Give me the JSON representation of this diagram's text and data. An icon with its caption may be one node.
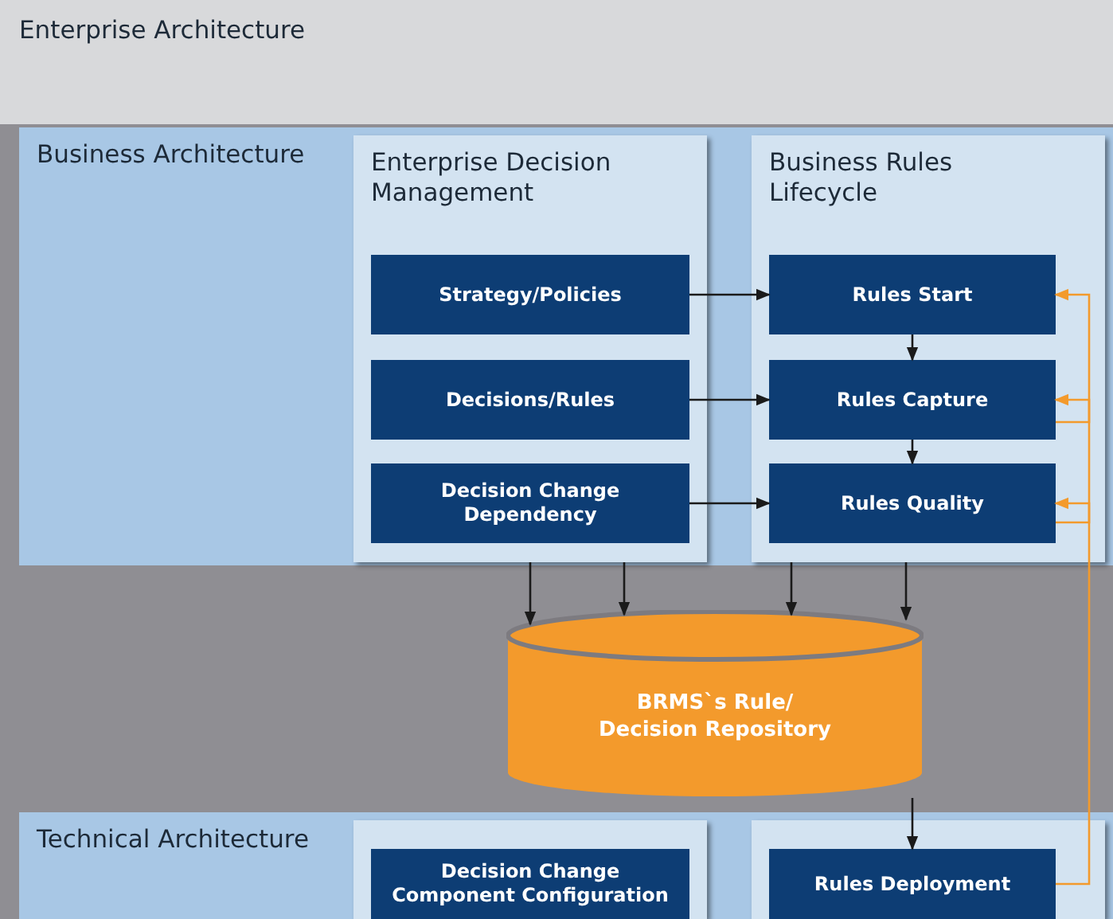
{
  "diagram": {
    "nodes": [
      {
        "text": [
          "Enterprise Architecture"
        ]
      },
      {
        "text": [
          "Business Architecture"
        ],
        "in": 0
      },
      {
        "text": [
          "Enterprise Decision Management"
        ],
        "in": 1
      },
      {
        "text": [
          "Strategy/Policies"
        ],
        "in": 2
      },
      {
        "text": [
          "Decisions/Rules"
        ],
        "in": 2
      },
      {
        "text": [
          "Decision Change Dependency"
        ],
        "in": 2
      },
      {
        "text": [
          "Business Rules Lifecycle"
        ],
        "in": 1
      },
      {
        "text": [
          "Rules Start"
        ],
        "in": 6
      },
      {
        "text": [
          "Rules Capture"
        ],
        "in": 6
      },
      {
        "text": [
          "Rules Quality"
        ],
        "in": 6
      },
      {
        "text": [
          "BRMS`s Rule/ Decision Repository"
        ],
        "in": 0
      },
      {
        "text": [
          "Technical Architecture"
        ],
        "in": 0
      },
      {
        "text": [
          "Decision Change Component Configuration"
        ],
        "in": 11
      },
      {
        "text": [
          "Rules Deployment"
        ],
        "in": 11
      }
    ],
    "edges": [
      {
        "from": 3,
        "to": 7,
        "arrow": "to"
      },
      {
        "from": 4,
        "to": 8,
        "arrow": "to"
      },
      {
        "from": 5,
        "to": 9,
        "arrow": "to"
      },
      {
        "from": 7,
        "to": 8,
        "arrow": "to"
      },
      {
        "from": 8,
        "to": 9,
        "arrow": "to"
      },
      {
        "from": 8,
        "to": 7,
        "arrow": "to",
        "color": "#f39a2c"
      },
      {
        "from": 9,
        "to": 8,
        "arrow": "to",
        "color": "#f39a2c"
      },
      {
        "from": 13,
        "to": 9,
        "arrow": "to",
        "color": "#f39a2c"
      },
      {
        "from": 2,
        "to": 10,
        "arrow": "to"
      },
      {
        "from": 2,
        "to": 10,
        "arrow": "to"
      },
      {
        "from": 6,
        "to": 10,
        "arrow": "to"
      },
      {
        "from": 6,
        "to": 10,
        "arrow": "to"
      },
      {
        "from": 10,
        "to": 13,
        "arrow": "to"
      }
    ]
  }
}
